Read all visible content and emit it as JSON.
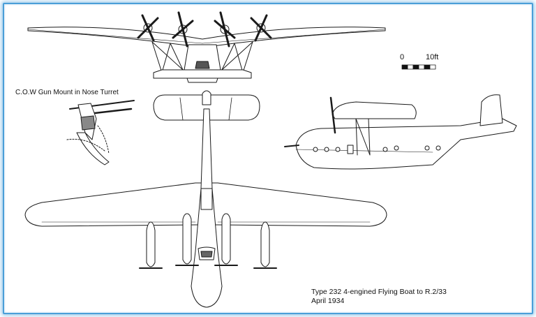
{
  "drawing": {
    "inset_label": "C.O.W Gun Mount in Nose Turret",
    "scale": {
      "start_label": "0",
      "end_label": "10ft"
    },
    "caption": {
      "line1": "Type 232  4-engined Flying Boat to R.2/33",
      "line2": "April 1934"
    }
  },
  "colors": {
    "frame": "#4a9fd8",
    "line": "#1a1a1a"
  }
}
